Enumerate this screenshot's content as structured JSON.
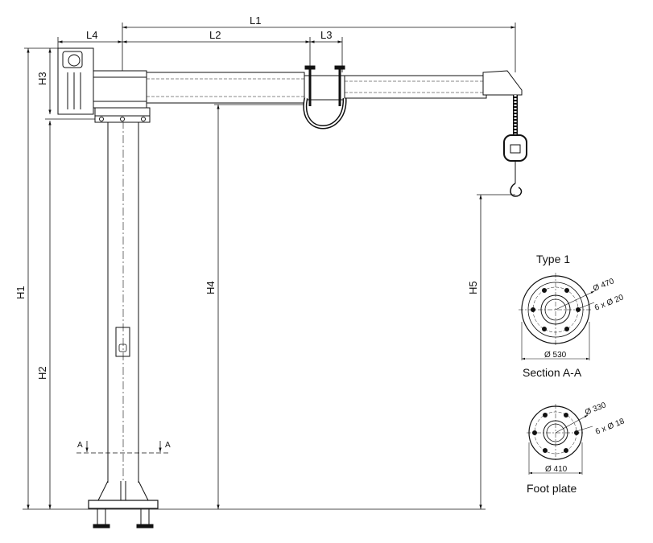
{
  "dimensions": {
    "l1": "L1",
    "l2": "L2",
    "l3": "L3",
    "l4": "L4",
    "h1": "H1",
    "h2": "H2",
    "h3": "H3",
    "h4": "H4",
    "h5": "H5"
  },
  "section_marks": {
    "left": "A",
    "right": "A"
  },
  "type1": {
    "title": "Type 1",
    "bolt_circle": "Ø 470",
    "holes": "6 x Ø 20",
    "outer": "Ø 530",
    "caption": "Section A-A"
  },
  "foot_plate": {
    "bolt_circle": "Ø 330",
    "holes": "6 x Ø 18",
    "outer": "Ø 410",
    "caption": "Foot plate"
  }
}
